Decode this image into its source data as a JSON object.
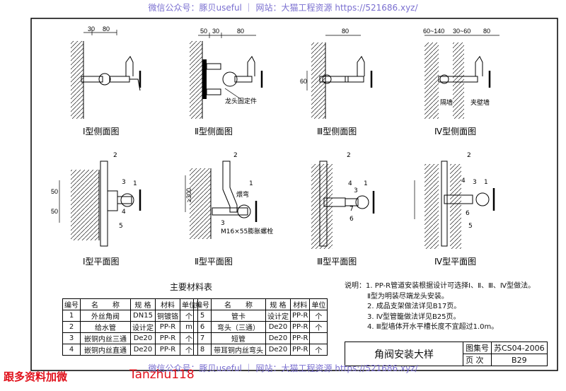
{
  "watermarks": {
    "top": "微信公众号：豚贝useful ｜ 网站：大猫工程资源 https://521686.xyz/",
    "bottom": "微信公众号：豚贝useful ｜ 网站：大猫工程资源 https://521686.xyz/"
  },
  "promo": {
    "left": "跟多资料加微",
    "right": "Tanzhu118"
  },
  "elevations": [
    {
      "caption": "Ⅰ型侧面图",
      "dims": [
        "30",
        "80"
      ]
    },
    {
      "caption": "Ⅱ型侧面图",
      "dims": [
        "50",
        "30",
        "80"
      ],
      "note": "龙头固定件"
    },
    {
      "caption": "Ⅲ型侧面图",
      "dims": [
        "80",
        "60"
      ]
    },
    {
      "caption": "Ⅳ型侧面图",
      "dims": [
        "60~140",
        "30~60",
        "80"
      ],
      "notes": [
        "隔墙",
        "夹壁墙"
      ]
    }
  ],
  "plans": [
    {
      "caption": "Ⅰ型平面图",
      "dims": [
        "50",
        "50"
      ],
      "callouts": [
        "2",
        "3",
        "1",
        "4",
        "5"
      ]
    },
    {
      "caption": "Ⅱ型平面图",
      "dims": [
        "≥300"
      ],
      "callouts": [
        "2",
        "1",
        "3"
      ],
      "notes": [
        "煨弯",
        "M16×55膨胀螺栓"
      ]
    },
    {
      "caption": "Ⅲ型平面图",
      "callouts": [
        "2",
        "4",
        "3",
        "1",
        "7",
        "6"
      ]
    },
    {
      "caption": "Ⅳ型平面图",
      "callouts": [
        "2",
        "4",
        "3",
        "1",
        "6",
        "5"
      ]
    }
  ],
  "materials": {
    "title": "主要材料表",
    "headers": [
      "编号",
      "名　　称",
      "规 格",
      "材料",
      "单位"
    ],
    "left": [
      [
        "1",
        "外丝角阀",
        "DN15",
        "铜镀铬",
        "个"
      ],
      [
        "2",
        "给水管",
        "设计定",
        "PP-R",
        "m"
      ],
      [
        "3",
        "嵌铜内丝三通",
        "De20",
        "PP-R",
        "个"
      ],
      [
        "4",
        "嵌铜内丝直通",
        "De20",
        "PP-R",
        "个"
      ]
    ],
    "right": [
      [
        "5",
        "管卡",
        "设计定",
        "PP-R",
        "个"
      ],
      [
        "6",
        "弯头（三通）",
        "De20",
        "PP-R",
        "个"
      ],
      [
        "7",
        "短管",
        "De20",
        "PP-R",
        ""
      ],
      [
        "8",
        "带耳铜内丝弯头",
        "De20",
        "PP-R",
        "个"
      ]
    ]
  },
  "notes": {
    "label": "说明：",
    "items": [
      "1. PP-R管道安装根据设计可选择Ⅰ、Ⅱ、Ⅲ、Ⅳ型做法。",
      "Ⅱ型为明装尽端龙头安装。",
      "2. 成品支架做法详见B17页。",
      "3. Ⅳ型管籠做法详见B25页。",
      "4. Ⅲ型墙体开水平槽长度不宜超过1.0m。"
    ]
  },
  "title_block": {
    "name": "角阀安装大样",
    "atlas_label": "图集号",
    "atlas_no": "苏CS04-2006",
    "page_label": "页 次",
    "page_no": "B29"
  }
}
